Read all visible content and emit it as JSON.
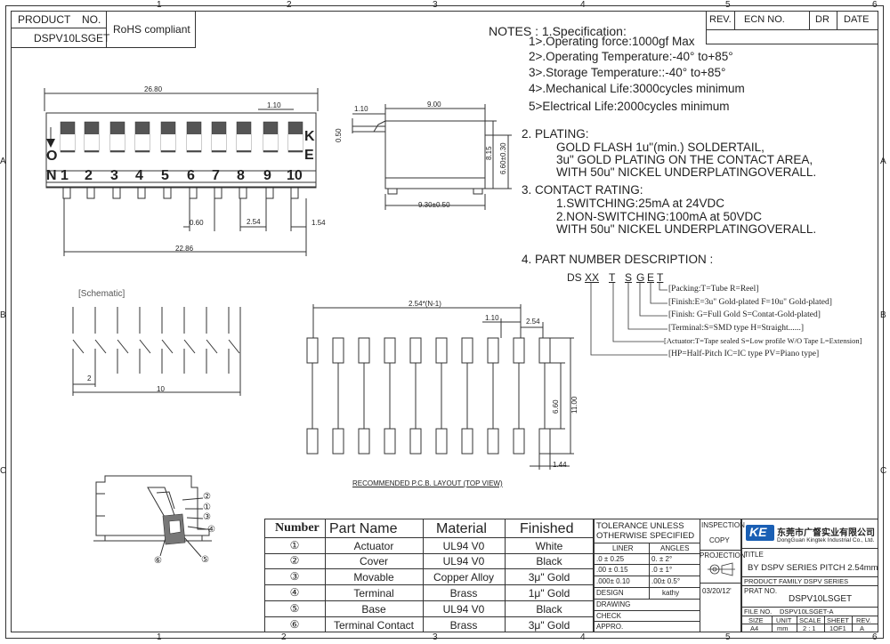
{
  "frame": {
    "cols_top": [
      "1",
      "2",
      "3",
      "4",
      "5",
      "6"
    ],
    "cols_bottom": [
      "1",
      "2",
      "3",
      "4",
      "5",
      "6"
    ],
    "rows": [
      "A",
      "B",
      "C"
    ]
  },
  "product_block": {
    "product_label": "PRODUCT",
    "no_label": "NO.",
    "part_no": "DSPV10LSGET",
    "rohs": "RoHS compliant"
  },
  "revision": {
    "rev": "REV.",
    "ecn": "ECN NO.",
    "dr": "DR",
    "date": "DATE"
  },
  "notes": {
    "head": "NOTES : 1.Specification:",
    "spec": [
      "1>.Operating force:1000gf Max",
      "2>.Operating Temperature:-40° to+85°",
      "3>.Storage Temperature::-40° to+85°",
      "4>.Mechanical Life:3000cycles minimum",
      "5>Electrical Life:2000cycles minimum"
    ],
    "plating": [
      "2. PLATING:",
      "GOLD FLASH 1u\"(min.) SOLDERTAIL,",
      "3u\" GOLD PLATING  ON THE CONTACT AREA,",
      "WITH 50u\" NICKEL UNDERPLATINGOVERALL."
    ],
    "contact": [
      "3. CONTACT RATING:",
      "1.SWITCHING:25mA at 24VDC",
      "2.NON-SWITCHING:100mA at 50VDC",
      "WITH 50u\" NICKEL UNDERPLATINGOVERALL."
    ],
    "pn_head": "4. PART NUMBER DESCRIPTION :",
    "pn_code": [
      "DS",
      "XX",
      "T",
      "S",
      "G",
      "E",
      "T"
    ],
    "pn_desc": [
      "[Packing:T=Tube R=Reel]",
      "[Finish:E=3u\" Gold-plated F=10u\" Gold-plated]",
      "[Finish: G=Full Gold S=Contat-Gold-plated]",
      "[Terminal:S=SMD type  H=Straight......]",
      "[Actuator:T=Tape sealed S=Low profile W/O Tape L=Extension]",
      "[HP=Half-Pitch IC=IC type PV=Piano type]"
    ]
  },
  "top_view": {
    "dim_overall": "26.80",
    "dim_pitch_gap": "1.10",
    "dim_lead": "0.60",
    "dim_pitch": "2.54",
    "dim_end": "1.54",
    "dim_total": "22.86",
    "on_letters": [
      "O",
      "N"
    ],
    "ke_letters": [
      "K",
      "E"
    ],
    "numbers": [
      "1",
      "2",
      "3",
      "4",
      "5",
      "6",
      "7",
      "8",
      "9",
      "10"
    ]
  },
  "side_view": {
    "dim_top": "9.00",
    "dim_left": "1.10",
    "dim_height": "8.15",
    "dim_height2": "6.60±0.30",
    "dim_thick": "0.50",
    "dim_base": "9.30±0.50"
  },
  "schematic": {
    "label": "[Schematic]",
    "dim_pitch": "2",
    "dim_total": "10"
  },
  "pcb": {
    "dim_total": "2.54*(N-1)",
    "dim_gap": "1.10",
    "dim_pitch": "2.54",
    "dim_h1": "6.60",
    "dim_h2": "11.00",
    "dim_pad": "1.44",
    "caption": "RECOMMENDED P.C.B. LAYOUT (TOP VIEW)"
  },
  "section": {
    "callouts": [
      "①",
      "②",
      "③",
      "④",
      "⑤",
      "⑥"
    ]
  },
  "bom": {
    "headers": [
      "Number",
      "Part Name",
      "Material",
      "Finished"
    ],
    "rows": [
      {
        "num": "①",
        "part": "Actuator",
        "material": "UL94 V0",
        "finish": "White"
      },
      {
        "num": "②",
        "part": "Cover",
        "material": "UL94 V0",
        "finish": "Black"
      },
      {
        "num": "③",
        "part": "Movable",
        "material": "Copper Alloy",
        "finish": "3μ\" Gold"
      },
      {
        "num": "④",
        "part": "Terminal",
        "material": "Brass",
        "finish": "1μ\" Gold"
      },
      {
        "num": "⑤",
        "part": "Base",
        "material": "UL94 V0",
        "finish": "Black"
      },
      {
        "num": "⑥",
        "part": "Terminal Contact",
        "material": "Brass",
        "finish": "3μ\" Gold"
      }
    ]
  },
  "tolerance": {
    "title1": "TOLERANCE  UNLESS",
    "title2": "OTHERWISE  SPECIFIED",
    "liner": "LINER",
    "angles": "ANGLES",
    "rows": [
      [
        ".0   ±   0.25",
        "0.  ±    2°"
      ],
      [
        ".00  ±  0.15",
        ".0  ±    1°"
      ],
      [
        ".000±  0.10",
        ".00±    0.5°"
      ]
    ],
    "design": "DESIGN",
    "designer": "kathy",
    "date": "03/20/12'",
    "drawing": "DRAWING",
    "check": "CHECK",
    "appro": "APPRO."
  },
  "inspection": {
    "label": "INSPECTION",
    "copy": "COPY",
    "projection": "PROJECTION"
  },
  "company": {
    "logo": "KE",
    "cn_name": "东莞市广督实业有限公司",
    "en_name": "DongGuan Kingtek Industrial Co., Ltd."
  },
  "title_block": {
    "title_label": "TITLE",
    "title": "BY DSPV SERIES PITCH 2.54mm",
    "family": "PRODUCT FAMILY DSPV SERIES",
    "prat_label": "PRAT NO.",
    "prat_no": "DSPV10LSGET",
    "file_label": "FILE NO.",
    "file_no": "DSPV10LSGET-A",
    "size": "SIZE",
    "unit": "UNIT",
    "scale": "SCALE",
    "sheet": "SHEET",
    "rev": "REV.",
    "size_v": "A4",
    "unit_v": "mm",
    "scale_v": "2 : 1",
    "sheet_v": "1OF1",
    "rev_v": "A"
  }
}
